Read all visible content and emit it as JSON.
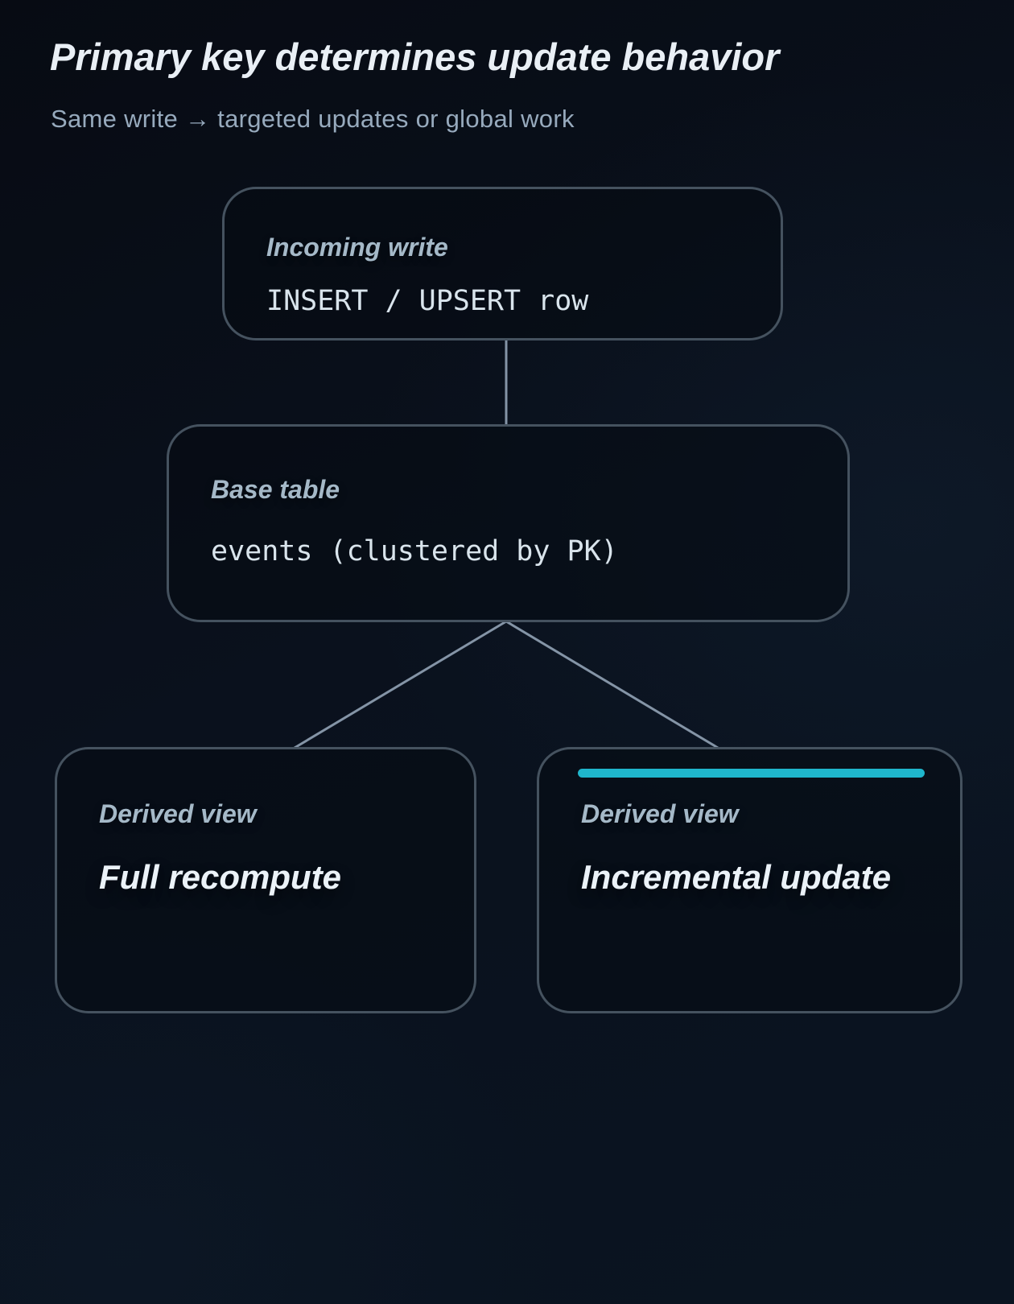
{
  "header": {
    "title": "Primary key determines update behavior",
    "subtitle": "Same write → targeted updates or global work"
  },
  "nodes": {
    "incoming": {
      "label": "Incoming write",
      "value": "INSERT / UPSERT row"
    },
    "base": {
      "label": "Base table",
      "value": "events (clustered by PK)"
    },
    "full": {
      "label": "Derived view",
      "value": "Full recompute"
    },
    "incremental": {
      "label": "Derived view",
      "value": "Incremental update"
    }
  },
  "colors": {
    "accent": "#1fb6cc",
    "connector": "#8494a6",
    "border": "#45525f"
  }
}
